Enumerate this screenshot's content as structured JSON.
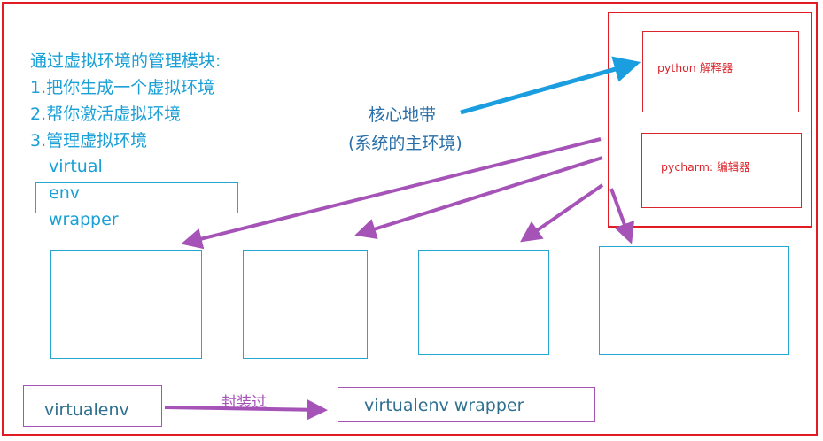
{
  "left_notes": {
    "title": "通过虚拟环境的管理模块:",
    "items": [
      "1.把你生成一个虚拟环境",
      "2.帮你激活虚拟环境",
      "3.管理虚拟环境"
    ],
    "word_1": "virtual",
    "word_2": "env",
    "word_3": "wrapper"
  },
  "core": {
    "label_line_1": "核心地带",
    "label_line_2": "(系统的主环境)",
    "python_box": "python 解释器",
    "pycharm_box": "pycharm: 编辑器"
  },
  "bottom": {
    "virtualenv": "virtualenv",
    "wrapped_label": "封装过",
    "virtualenv_wrapper": "virtualenv wrapper"
  },
  "colors": {
    "frame_red": "#e31b23",
    "text_blue": "#1aa0d6",
    "arrow_blue": "#1b9ee0",
    "arrow_purple": "#a653b8",
    "box_blue": "#25a5cf"
  }
}
